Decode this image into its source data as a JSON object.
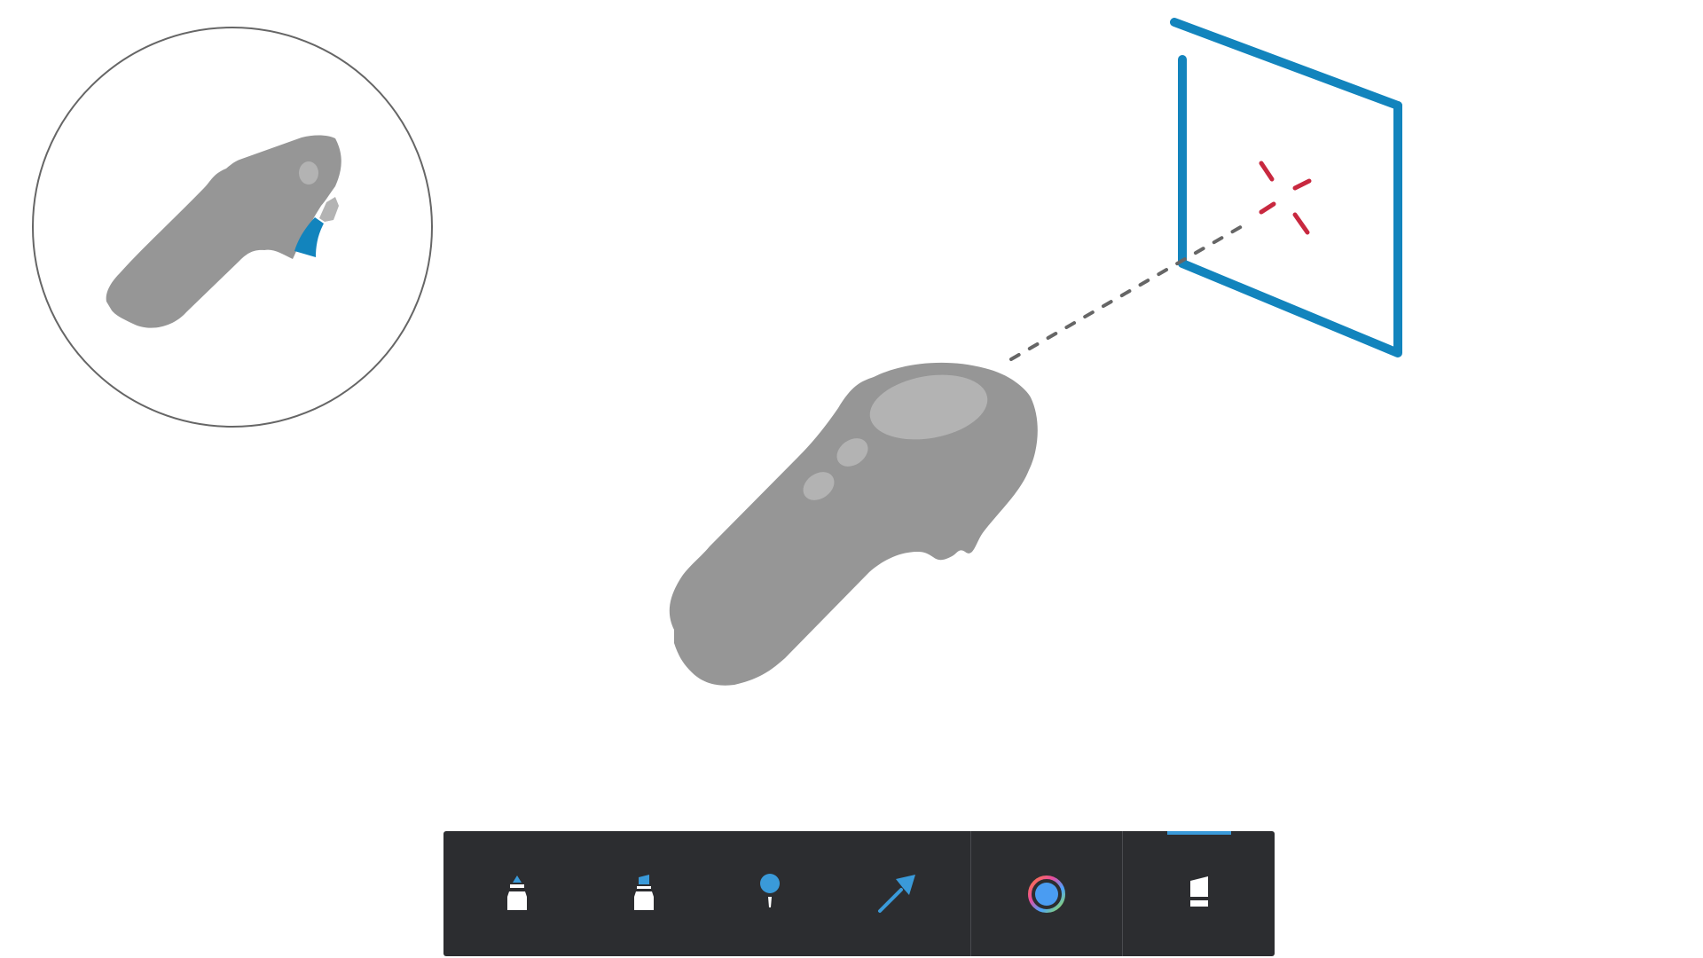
{
  "colors": {
    "accent": "#1284bd",
    "tool_accent": "#3a9ad9",
    "marker": "#c8283f",
    "controller": "#969696",
    "controller_highlight": "#b3b3b3",
    "toolbar_bg": "#2c2d30",
    "ray": "#666666",
    "inset_outline": "#666666"
  },
  "icons": {
    "scene_controller": "vr-controller-icon",
    "inset_controller": "vr-controller-trigger-icon",
    "panel": "frame-icon",
    "target": "crosshair-icon"
  },
  "toolbar": {
    "tools": [
      {
        "id": "brush",
        "icon": "pen-tip-icon"
      },
      {
        "id": "marker",
        "icon": "marker-icon"
      },
      {
        "id": "pin",
        "icon": "pin-icon"
      },
      {
        "id": "arrow",
        "icon": "arrow-icon"
      },
      {
        "id": "color",
        "icon": "color-ring-icon"
      },
      {
        "id": "panel",
        "icon": "panel-icon",
        "active": true
      }
    ]
  }
}
